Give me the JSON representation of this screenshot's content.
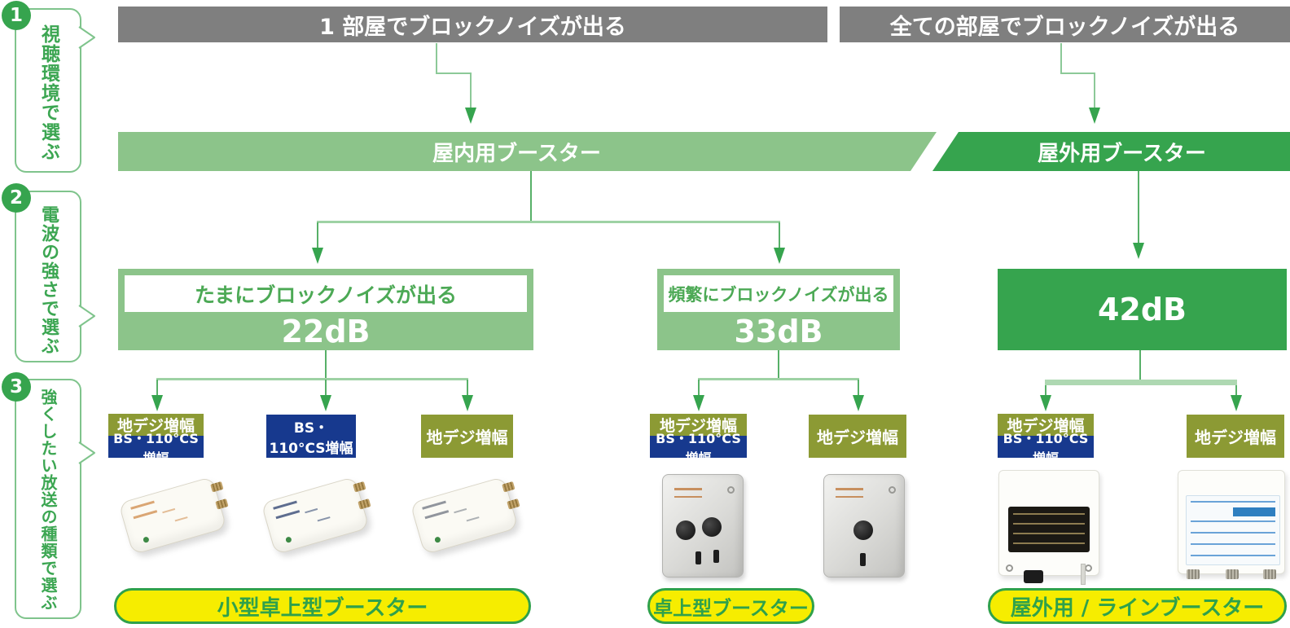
{
  "diagram": {
    "steps": [
      {
        "number": "1",
        "label": "視聴環境で選ぶ"
      },
      {
        "number": "2",
        "label": "電波の強さで選ぶ"
      },
      {
        "number": "3",
        "label": "強くしたい放送の種類で選ぶ"
      }
    ],
    "conditions": {
      "one_room": "1 部屋でブロックノイズが出る",
      "all_rooms": "全ての部屋でブロックノイズが出る"
    },
    "booster_categories": {
      "indoor": "屋内用ブースター",
      "outdoor": "屋外用ブースター"
    },
    "gain_options": [
      {
        "condition": "たまにブロックノイズが出る",
        "gain": "22dB"
      },
      {
        "condition": "頻繁にブロックノイズが出る",
        "gain": "33dB"
      },
      {
        "condition": "",
        "gain": "42dB"
      }
    ],
    "amp_badges": {
      "terrestrial": "地デジ増幅",
      "bs_cs": "BS・110°CS増幅"
    },
    "product_types": [
      {
        "label": "小型卓上型ブースター"
      },
      {
        "label": "卓上型ブースター"
      },
      {
        "label": "屋外用 / ラインブースター"
      }
    ],
    "colors": {
      "step_green": "#36a44e",
      "indoor_light_green": "#8cc48a",
      "outdoor_dark_green": "#36a44e",
      "condition_gray": "#7f7f7f",
      "terrestrial_olive": "#8c9a34",
      "bs_cs_navy": "#17398e",
      "product_type_yellow": "#f6ed00"
    }
  }
}
